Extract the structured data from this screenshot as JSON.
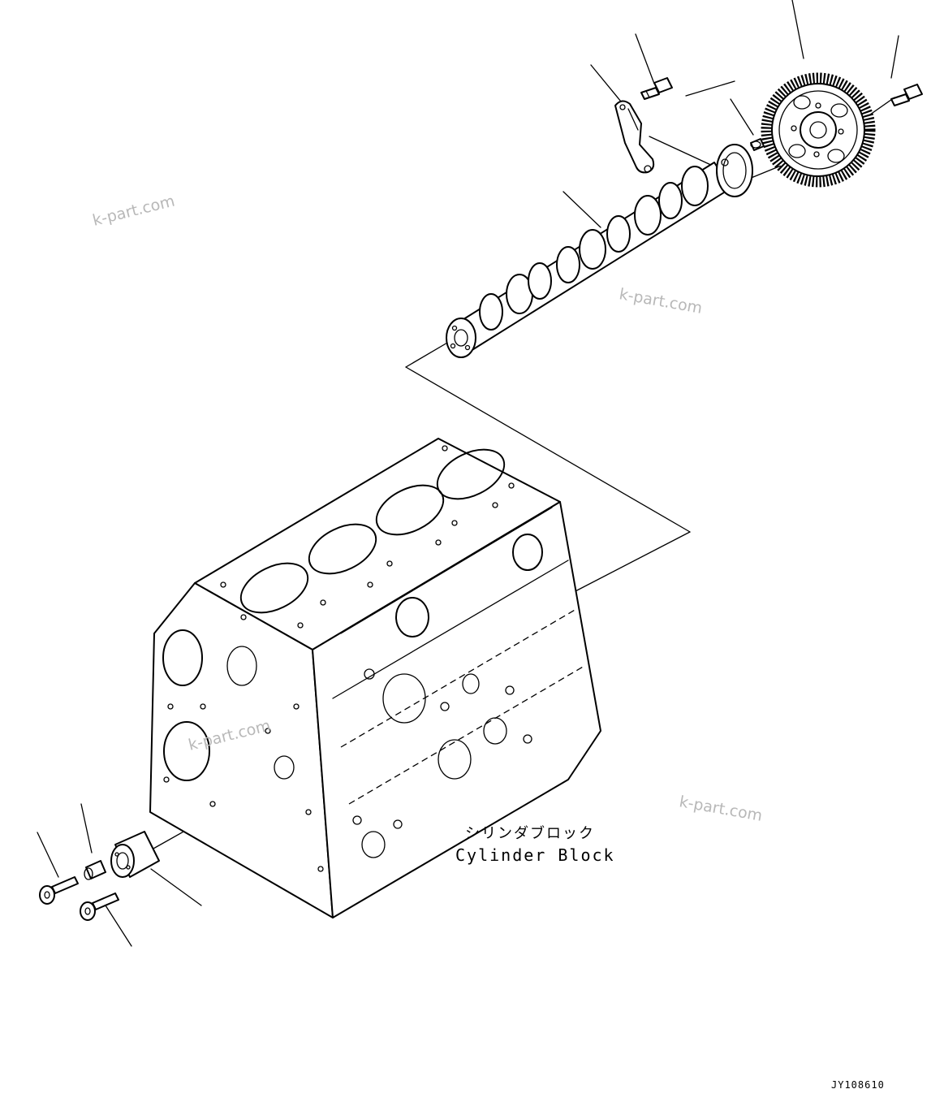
{
  "watermarks": [
    "k-part.com",
    "k-part.com",
    "k-part.com",
    "k-part.com"
  ],
  "block_label": {
    "japanese": "シリンダブロック",
    "english": "Cylinder Block"
  },
  "drawing_code": "JY108610",
  "icons": {
    "camshaft": "camshaft-icon",
    "cam_gear": "cam-gear-icon",
    "thrust_plate": "thrust-plate-icon",
    "bolt": "bolt-icon",
    "pin": "pin-icon",
    "cylinder_block": "cylinder-block-icon",
    "bushing": "bushing-icon"
  }
}
